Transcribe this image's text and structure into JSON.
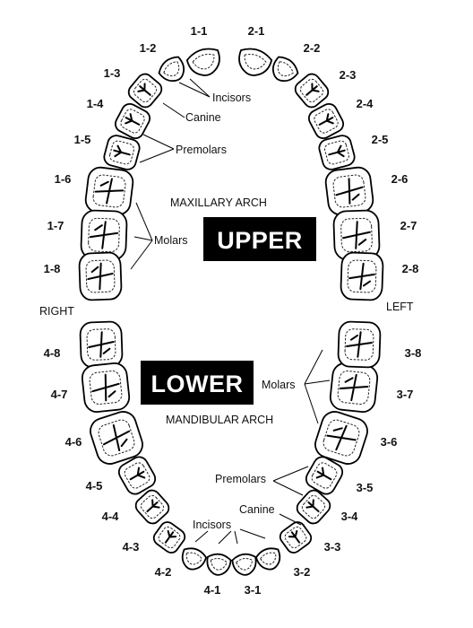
{
  "labels": {
    "upper": "UPPER",
    "lower": "LOWER",
    "maxillary_arch": "MAXILLARY ARCH",
    "mandibular_arch": "MANDIBULAR ARCH",
    "right": "RIGHT",
    "left": "LEFT",
    "upper_incisors": "Incisors",
    "upper_canine": "Canine",
    "upper_premolars": "Premolars",
    "upper_molars": "Molars",
    "lower_molars": "Molars",
    "lower_premolars": "Premolars",
    "lower_canine": "Canine",
    "lower_incisors": "Incisors"
  },
  "teeth": {
    "upper_right": [
      "1-1",
      "1-2",
      "1-3",
      "1-4",
      "1-5",
      "1-6",
      "1-7",
      "1-8"
    ],
    "upper_left": [
      "2-1",
      "2-2",
      "2-3",
      "2-4",
      "2-5",
      "2-6",
      "2-7",
      "2-8"
    ],
    "lower_left": [
      "3-1",
      "3-2",
      "3-3",
      "3-4",
      "3-5",
      "3-6",
      "3-7",
      "3-8"
    ],
    "lower_right": [
      "4-1",
      "4-2",
      "4-3",
      "4-4",
      "4-5",
      "4-6",
      "4-7",
      "4-8"
    ]
  }
}
